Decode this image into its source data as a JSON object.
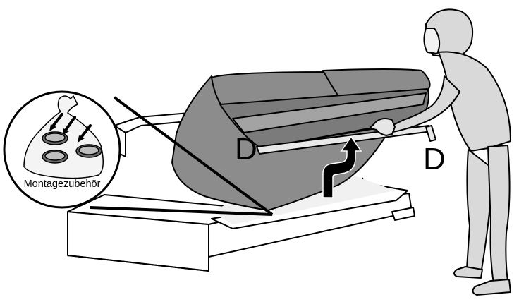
{
  "labels": {
    "part_letter_left": "D",
    "part_letter_right": "D",
    "callout_caption": "Montagezubehör"
  },
  "colors": {
    "outline": "#000000",
    "cushion_fill": "#8c8c8c",
    "cushion_dark": "#6f6f6f",
    "person_fill": "#d9d9d9",
    "base_fill": "#ffffff",
    "arrow_fill": "#000000"
  },
  "icons": {
    "bag": "hardware-bag-icon",
    "discs": "glide-disc-icon",
    "arrow": "lift-arrow-icon"
  }
}
